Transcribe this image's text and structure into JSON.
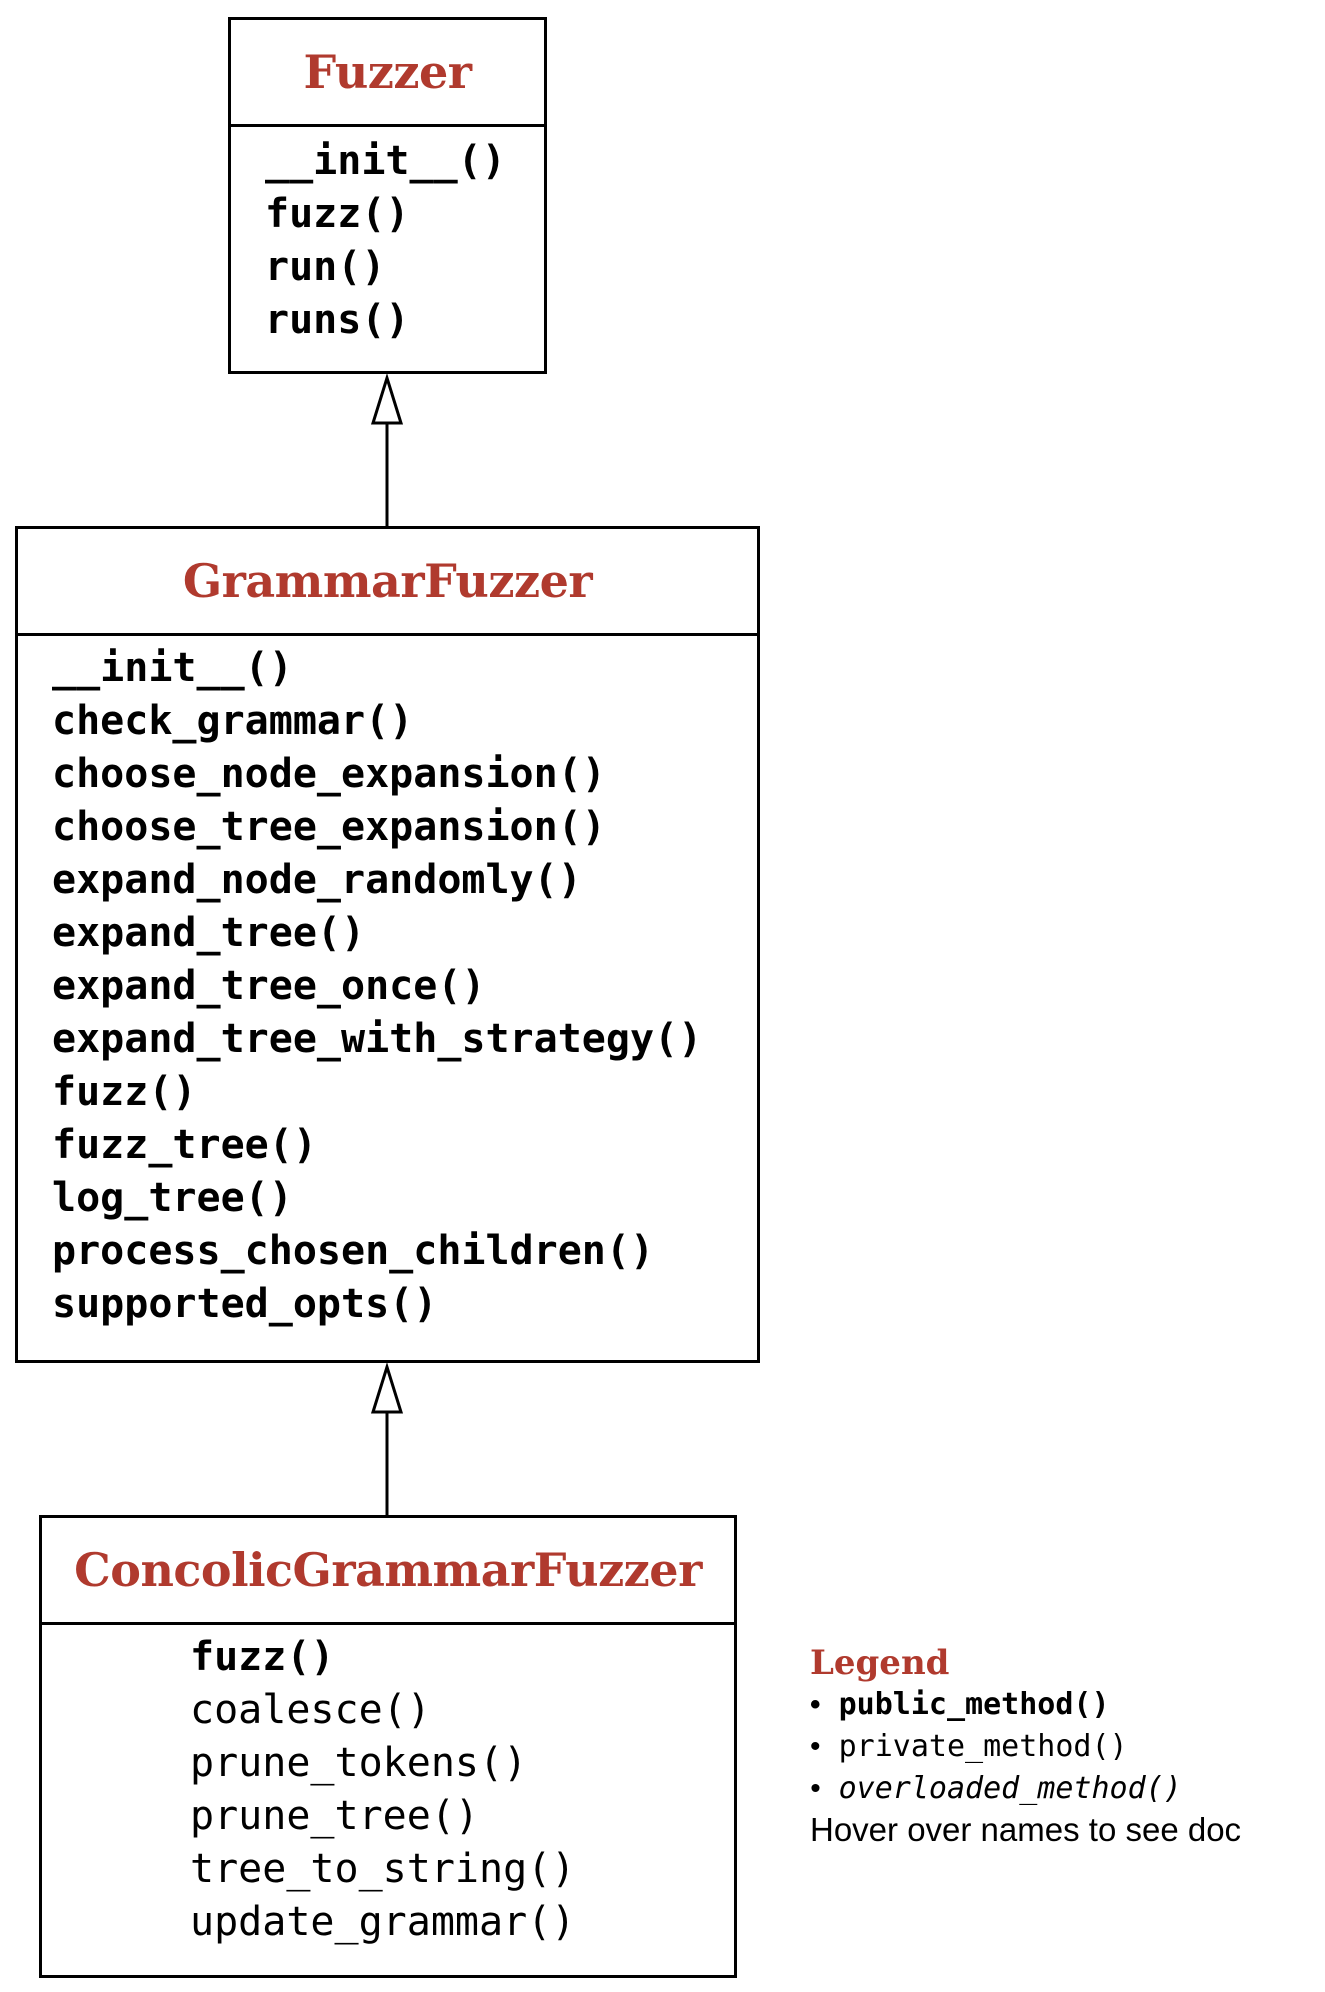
{
  "classes": {
    "fuzzer": {
      "name": "Fuzzer",
      "methods": [
        "__init__()",
        "fuzz()",
        "run()",
        "runs()"
      ]
    },
    "grammar_fuzzer": {
      "name": "GrammarFuzzer",
      "methods": [
        "__init__()",
        "check_grammar()",
        "choose_node_expansion()",
        "choose_tree_expansion()",
        "expand_node_randomly()",
        "expand_tree()",
        "expand_tree_once()",
        "expand_tree_with_strategy()",
        "fuzz()",
        "fuzz_tree()",
        "log_tree()",
        "process_chosen_children()",
        "supported_opts()"
      ]
    },
    "concolic_grammar_fuzzer": {
      "name": "ConcolicGrammarFuzzer",
      "public_methods": [
        "fuzz()"
      ],
      "private_methods": [
        "coalesce()",
        "prune_tokens()",
        "prune_tree()",
        "tree_to_string()",
        "update_grammar()"
      ]
    }
  },
  "legend": {
    "title": "Legend",
    "bullet": "•",
    "public": "public_method()",
    "private": "private_method()",
    "overloaded": "overloaded_method()",
    "hint": "Hover over names to see doc"
  },
  "colors": {
    "class_name": "#b03a2e",
    "line": "#000000"
  }
}
